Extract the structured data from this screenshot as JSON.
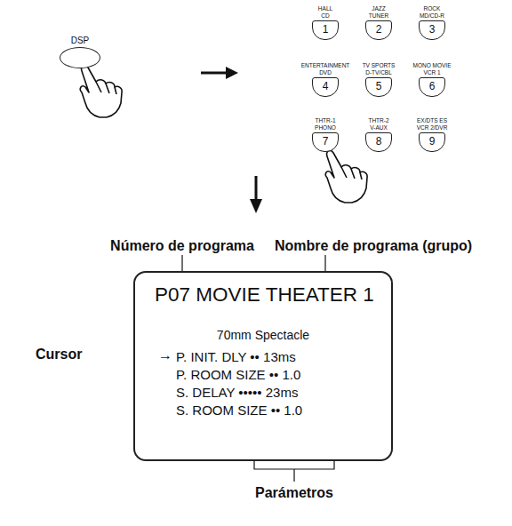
{
  "diagram": {
    "nodes": [
      {
        "text": [
          "DSP"
        ]
      },
      {
        "text": [
          "HALL",
          "CD",
          "1"
        ]
      },
      {
        "text": [
          "JAZZ",
          "TUNER",
          "2"
        ]
      },
      {
        "text": [
          "ROCK",
          "MD/CD-R",
          "3"
        ]
      },
      {
        "text": [
          "ENTERTAINMENT",
          "DVD",
          "4"
        ]
      },
      {
        "text": [
          "TV SPORTS",
          "D-TV/CBL",
          "5"
        ]
      },
      {
        "text": [
          "MONO MOVIE",
          "VCR 1",
          "6"
        ]
      },
      {
        "text": [
          "THTR-1",
          "PHONO",
          "7"
        ]
      },
      {
        "text": [
          "THTR-2",
          "V-AUX",
          "8"
        ]
      },
      {
        "text": [
          "EX/DTS ES",
          "VCR 2/DVR",
          "9"
        ]
      },
      {
        "text": [
          "P07 MOVIE THEATER 1",
          "70mm Spectacle",
          "→",
          "P. INIT. DLY •• 13ms",
          "P. ROOM SIZE •• 1.0",
          "S. DELAY ••••• 23ms",
          "S. ROOM SIZE •• 1.0"
        ]
      }
    ],
    "labels": [
      "Número de programa",
      "Nombre de programa (grupo)",
      "Cursor",
      "Parámetros"
    ]
  }
}
